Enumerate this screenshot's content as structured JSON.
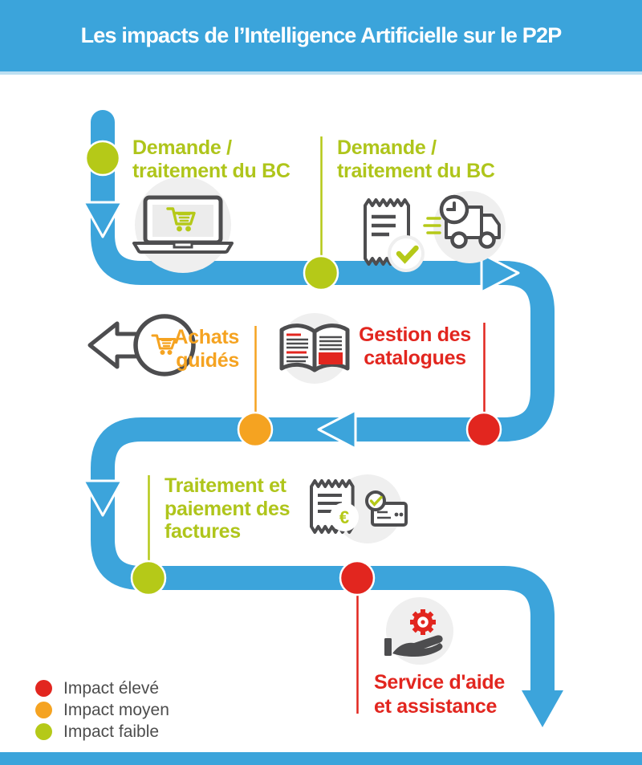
{
  "header": {
    "title": "Les impacts de l’Intelligence Artificielle sur le P2P"
  },
  "colors": {
    "banner_blue": "#3BA4DB",
    "path_blue": "#3CA4DB",
    "impact_high_red": "#E2261F",
    "impact_medium_orange": "#F5A321",
    "impact_low_green": "#B5C918",
    "icon_gray": "#4D4D4F",
    "icon_bg_gray": "#EFEFEF",
    "legend_text_gray": "#4D4D4D"
  },
  "flow": {
    "steps": [
      {
        "id": "demande-traitement-bc-1",
        "impact": "faible",
        "color": "#B5C918",
        "lines": [
          "Demande /",
          "traitement du BC"
        ],
        "icon": "laptop-shopping-cart-icon"
      },
      {
        "id": "demande-traitement-bc-2",
        "impact": "faible",
        "color": "#B5C918",
        "lines": [
          "Demande /",
          "traitement du BC"
        ],
        "icon": "receipt-check-and-delivery-truck-icon"
      },
      {
        "id": "achats-guides",
        "impact": "moyen",
        "color": "#F5A321",
        "lines": [
          "Achats",
          "guidés"
        ],
        "icon": "guided-buying-arrow-cart-icon"
      },
      {
        "id": "gestion-des-catalogues",
        "impact": "élevé",
        "color": "#E2261F",
        "lines": [
          "Gestion des",
          "catalogues"
        ],
        "icon": "catalog-open-book-icon"
      },
      {
        "id": "traitement-paiement-factures",
        "impact": "faible",
        "color": "#B5C918",
        "lines": [
          "Traitement et",
          "paiement des",
          "factures"
        ],
        "icon": "invoice-euro-and-card-check-icon"
      },
      {
        "id": "service-aide-assistance",
        "impact": "élevé",
        "color": "#E2261F",
        "lines": [
          "Service d'aide",
          "et assistance"
        ],
        "icon": "support-hand-gear-icon"
      }
    ]
  },
  "legend": {
    "items": [
      {
        "label": "Impact élevé",
        "color": "#E2261F"
      },
      {
        "label": "Impact moyen",
        "color": "#F5A321"
      },
      {
        "label": "Impact faible",
        "color": "#B5C918"
      }
    ]
  },
  "icons": {
    "currency_symbol": "€"
  }
}
